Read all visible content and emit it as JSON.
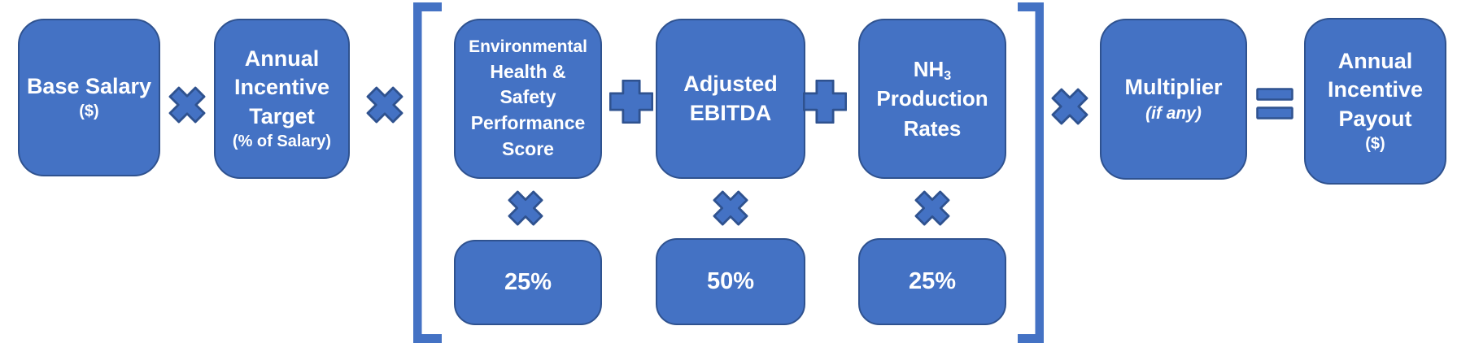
{
  "colors": {
    "box_fill": "#4472C4",
    "box_border": "#2F528F",
    "text": "#FFFFFF",
    "background": "#FFFFFF"
  },
  "operators": {
    "multiply": "×",
    "plus": "+",
    "equals": "=",
    "open_bracket": "[",
    "close_bracket": "]"
  },
  "formula": {
    "base_salary": {
      "title": "Base Salary",
      "subtitle": "($)"
    },
    "incentive_target": {
      "lines": [
        "Annual",
        "Incentive",
        "Target"
      ],
      "subtitle": "(% of Salary)"
    },
    "ehs": {
      "lines": [
        "Environmental",
        "Health &",
        "Safety",
        "Performance",
        "Score"
      ],
      "weight": "25%"
    },
    "ebitda": {
      "lines": [
        "Adjusted",
        "EBITDA"
      ],
      "weight": "50%"
    },
    "nh3": {
      "symbol": "NH",
      "symbol_sub": "3",
      "lines": [
        "Production",
        "Rates"
      ],
      "weight": "25%"
    },
    "multiplier": {
      "title": "Multiplier",
      "subtitle": "(if any)"
    },
    "payout": {
      "lines": [
        "Annual",
        "Incentive",
        "Payout"
      ],
      "subtitle": "($)"
    }
  }
}
